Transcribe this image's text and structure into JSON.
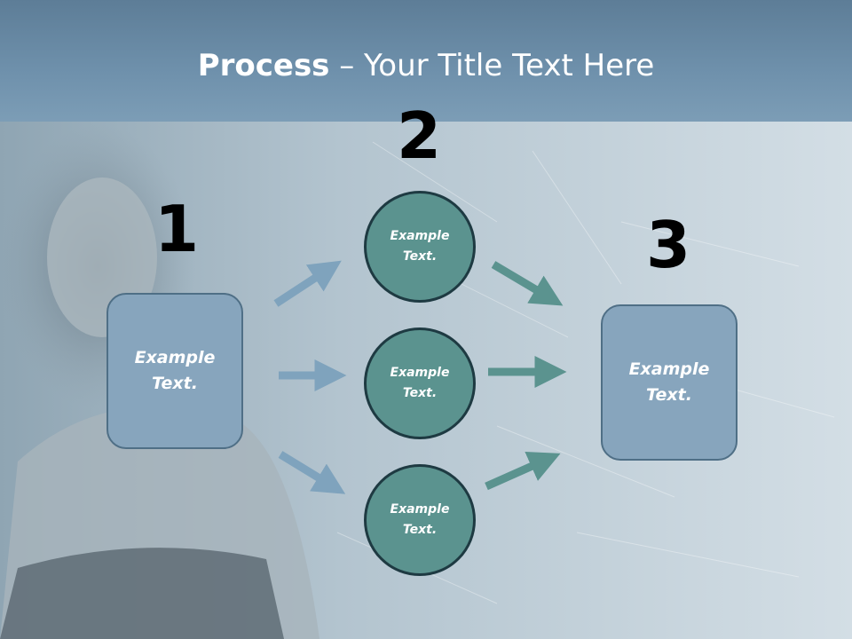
{
  "title": {
    "bold": "Process",
    "rest": " – Your Title Text Here"
  },
  "steps": {
    "one": "1",
    "two": "2",
    "three": "3"
  },
  "left_box": {
    "text": "Example Text."
  },
  "circles": [
    {
      "text": "Example Text."
    },
    {
      "text": "Example Text."
    },
    {
      "text": "Example Text."
    }
  ],
  "right_box": {
    "text": "Example Text."
  },
  "colors": {
    "title_bar": "#6f91ac",
    "box_fill": "#87a5bd",
    "circle_fill": "#5b938f",
    "arrow_left": "#7fa3bd",
    "arrow_right": "#5b938f"
  }
}
